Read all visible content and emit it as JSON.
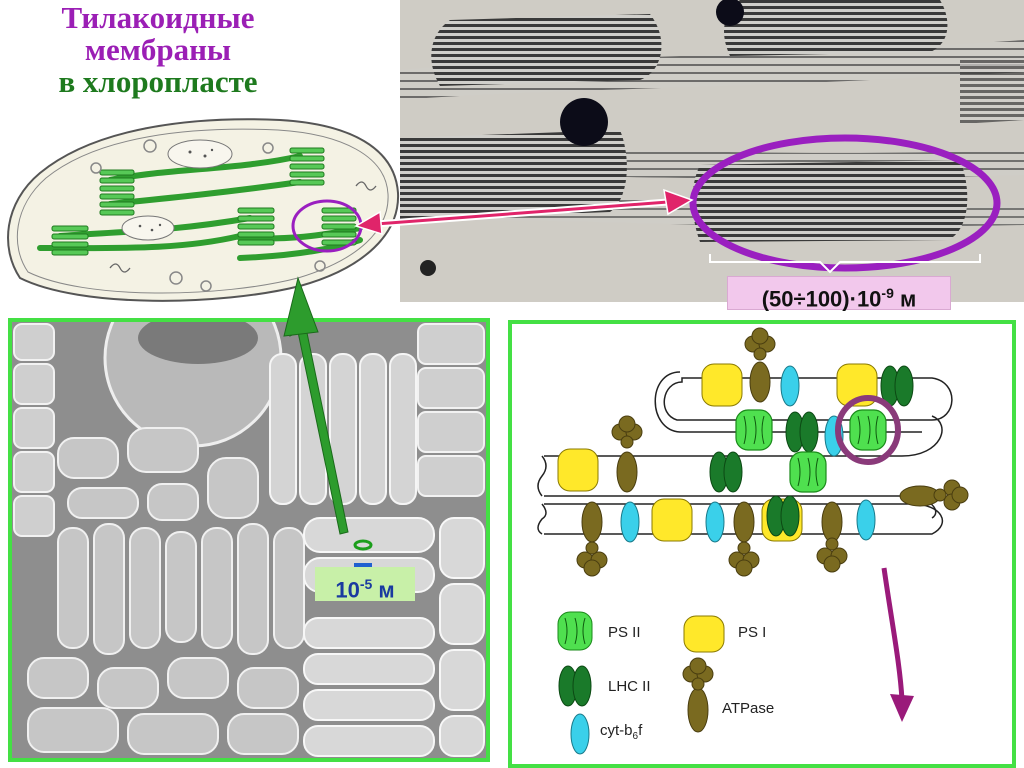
{
  "title": {
    "line1": "Тилакоидные",
    "line2": "мембраны",
    "line3": "в хлоропласте"
  },
  "scales": {
    "grana_size": {
      "base": "(50÷100)·10",
      "exp": "-9",
      "unit": " м"
    },
    "leaf_size": {
      "base": "10",
      "exp": "-5",
      "unit": " м"
    }
  },
  "legend": {
    "ps2": "PS II",
    "ps1": "PS I",
    "lhc2": "LHC II",
    "atpase": "ATPase",
    "cyt_pre": "cyt-b",
    "cyt_sub": "6",
    "cyt_post": "f"
  },
  "colors": {
    "title_purple": "#9b1fb5",
    "title_green": "#1e7a1e",
    "frame_green": "#44e044",
    "ellipse_purple": "#9a1fc0",
    "arrow_magenta": "#e0246a",
    "arrow_green": "#2d9c2d",
    "ps2_green": "#4fe04f",
    "ps1_yellow": "#ffe82a",
    "lhc_green": "#1a7a2a",
    "atp_brown": "#7a6a20",
    "cyt_cyan": "#3ad0ea",
    "scale_bg_pink": "#f2c8ec",
    "scale_bg_green": "#c8f0a8",
    "flow_arrow": "#9a1a7a",
    "highlight_ring": "#8a3a7a"
  }
}
